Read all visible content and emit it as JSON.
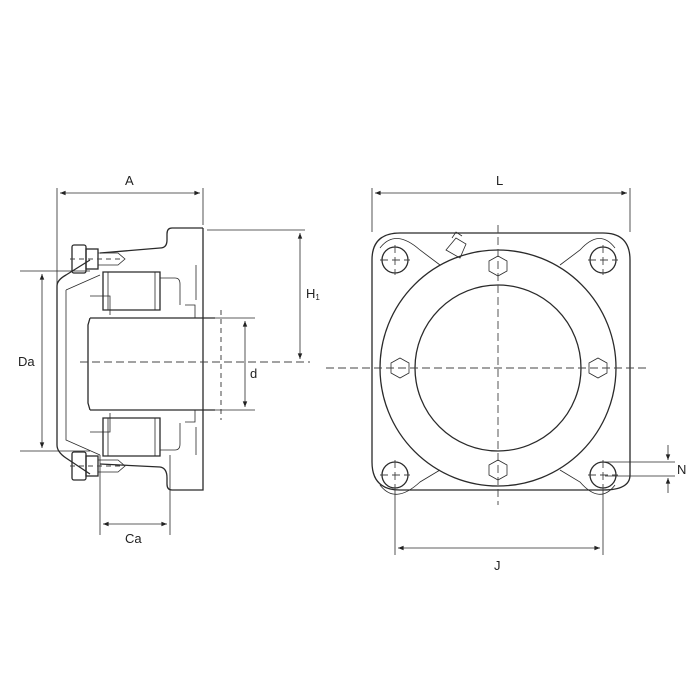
{
  "title": "Square flange bearing unit dimension drawing",
  "dimensions": {
    "A": "A",
    "L": "L",
    "H1": "H",
    "H1_sub": "1",
    "Da": "Da",
    "d": "d",
    "Ca": "Ca",
    "J": "J",
    "N": "N"
  }
}
